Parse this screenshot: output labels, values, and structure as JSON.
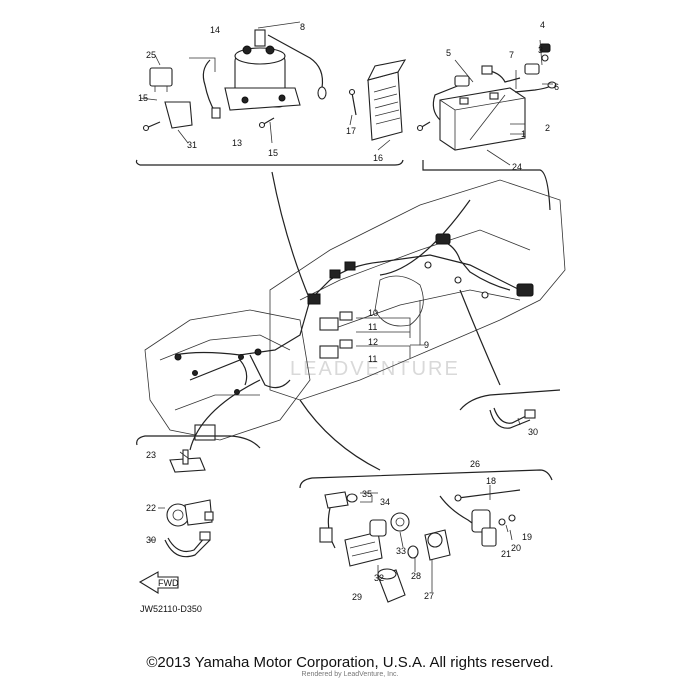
{
  "diagram": {
    "code": "JW52110-D350",
    "fwd_label": "FWD",
    "watermark": "LEADVENTURE",
    "callouts": [
      {
        "id": "c1",
        "text": "1"
      },
      {
        "id": "c2",
        "text": "2"
      },
      {
        "id": "c3",
        "text": "3"
      },
      {
        "id": "c4",
        "text": "4"
      },
      {
        "id": "c5",
        "text": "5"
      },
      {
        "id": "c6",
        "text": "6"
      },
      {
        "id": "c7",
        "text": "7"
      },
      {
        "id": "c8",
        "text": "8"
      },
      {
        "id": "c9",
        "text": "9"
      },
      {
        "id": "c10",
        "text": "10"
      },
      {
        "id": "c11a",
        "text": "11"
      },
      {
        "id": "c11b",
        "text": "11"
      },
      {
        "id": "c12",
        "text": "12"
      },
      {
        "id": "c13",
        "text": "13"
      },
      {
        "id": "c14",
        "text": "14"
      },
      {
        "id": "c15a",
        "text": "15"
      },
      {
        "id": "c15b",
        "text": "15"
      },
      {
        "id": "c16",
        "text": "16"
      },
      {
        "id": "c17",
        "text": "17"
      },
      {
        "id": "c18",
        "text": "18"
      },
      {
        "id": "c19",
        "text": "19"
      },
      {
        "id": "c20",
        "text": "20"
      },
      {
        "id": "c21",
        "text": "21"
      },
      {
        "id": "c22",
        "text": "22"
      },
      {
        "id": "c23",
        "text": "23"
      },
      {
        "id": "c24",
        "text": "24"
      },
      {
        "id": "c25",
        "text": "25"
      },
      {
        "id": "c26",
        "text": "26"
      },
      {
        "id": "c27",
        "text": "27"
      },
      {
        "id": "c28",
        "text": "28"
      },
      {
        "id": "c29",
        "text": "29"
      },
      {
        "id": "c30a",
        "text": "30"
      },
      {
        "id": "c30b",
        "text": "30"
      },
      {
        "id": "c31",
        "text": "31"
      },
      {
        "id": "c32",
        "text": "32"
      },
      {
        "id": "c33",
        "text": "33"
      },
      {
        "id": "c34",
        "text": "34"
      },
      {
        "id": "c35",
        "text": "35"
      }
    ]
  },
  "footer": {
    "copyright": "©2013 Yamaha Motor Corporation, U.S.A. All rights reserved.",
    "rendered_by": "Rendered by LeadVenture, Inc."
  }
}
